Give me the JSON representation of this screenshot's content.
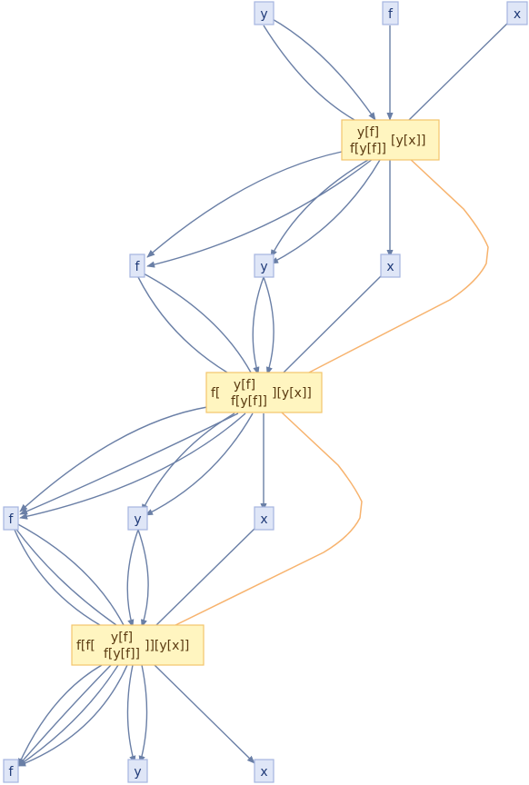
{
  "colors": {
    "edge": "#6a7fa6",
    "special_edge": "#f7b36e",
    "leaf_fill": "#dfe6f7",
    "leaf_stroke": "#a5b5e0",
    "node_fill": "#fff5c0",
    "node_stroke": "#f2c46c"
  },
  "nodes": {
    "top_y": "y",
    "top_f": "f",
    "top_x": "x",
    "n1_top": "y[f]",
    "n1_bottom": "f[y[f]]",
    "n1_suffix": "[y[x]]",
    "r2_f": "f",
    "r2_y": "y",
    "r2_x": "x",
    "n2_top": "y[f]",
    "n2_prefix": "f[",
    "n2_mid": "f[y[f]]",
    "n2_suffix": "][y[x]]",
    "r3_f": "f",
    "r3_y": "y",
    "r3_x": "x",
    "n3_top": "y[f]",
    "n3_prefix": "f[f[",
    "n3_mid": "f[y[f]]",
    "n3_suffix": "]][y[x]]",
    "r4_f": "f",
    "r4_y": "y",
    "r4_x": "x"
  }
}
